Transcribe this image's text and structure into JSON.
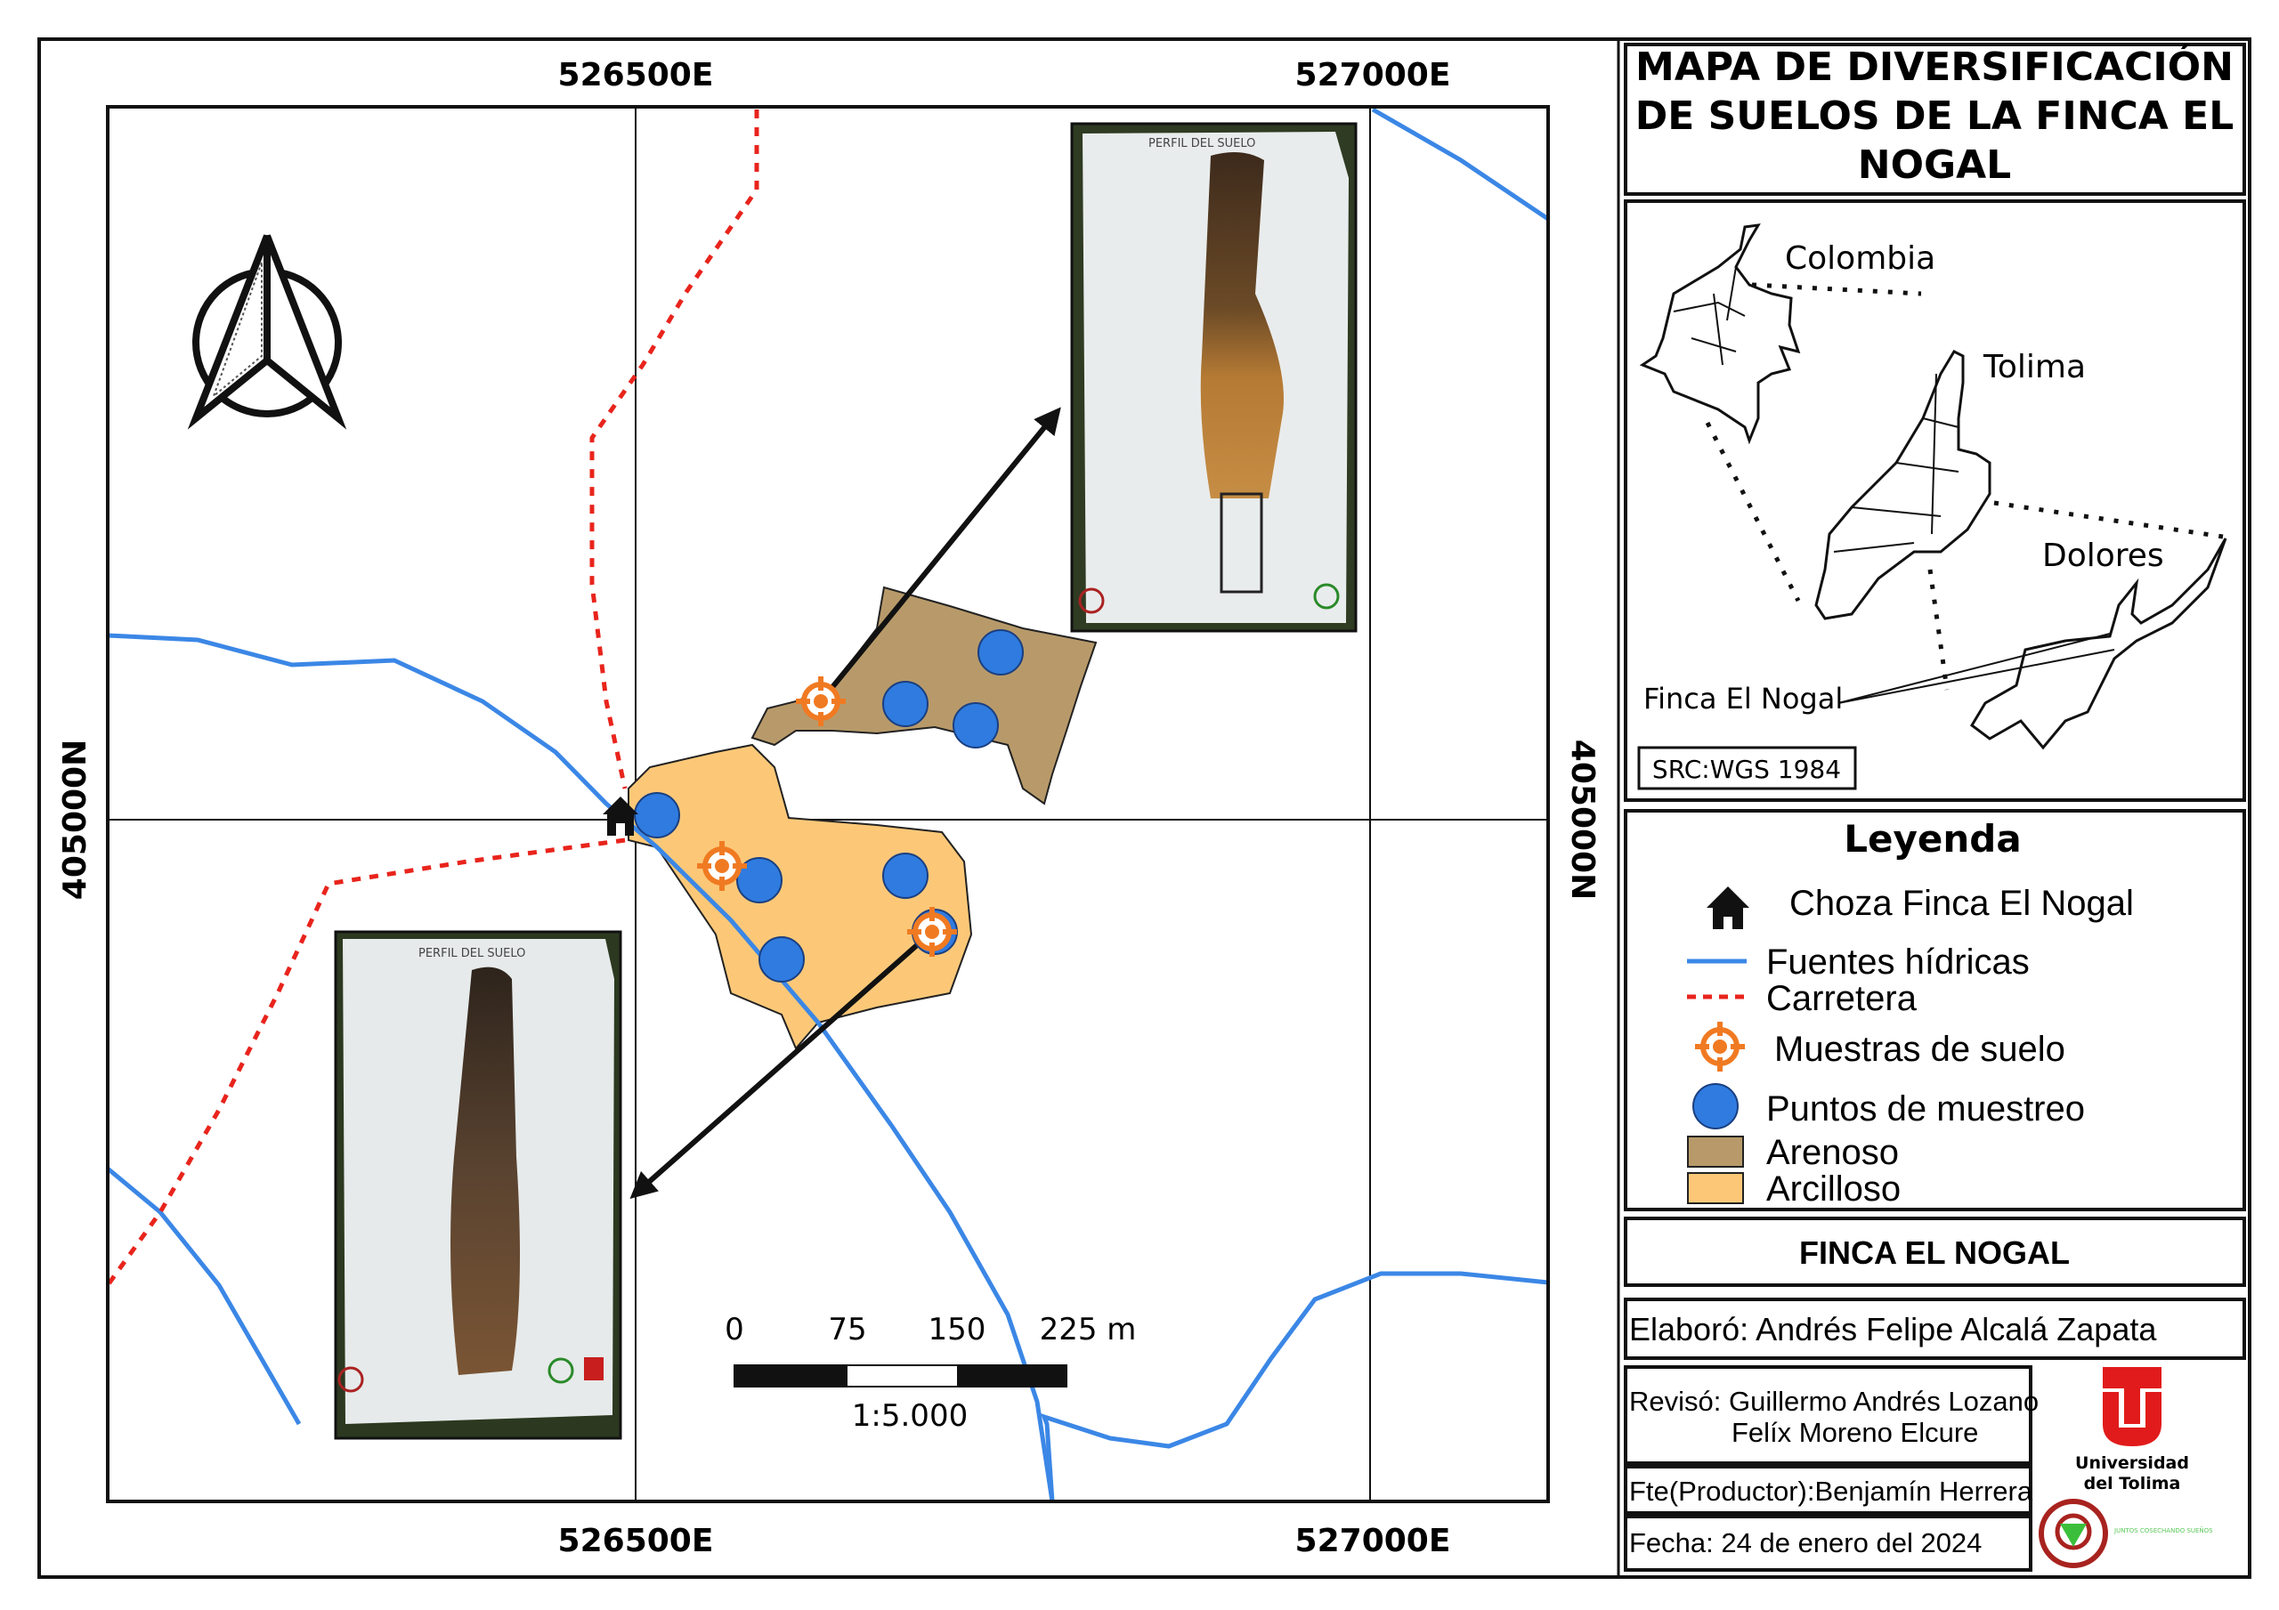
{
  "title": "MAPA DE DIVERSIFICACIÓN DE SUELOS DE LA FINCA EL NOGAL",
  "title_lines": [
    "MAPA DE DIVERSIFICACIÓN",
    "DE SUELOS DE LA FINCA EL",
    "NOGAL"
  ],
  "grid": {
    "easting_labels": [
      "526500E",
      "527000E"
    ],
    "northing_label": "405000N"
  },
  "scale_bar": {
    "ticks": [
      "0",
      "75",
      "150",
      "225 m"
    ],
    "ratio": "1:5.000"
  },
  "photos": {
    "top_caption": "PERFIL DEL SUELO",
    "bottom_caption": "PERFIL DEL SUELO"
  },
  "inset": {
    "labels": [
      "Colombia",
      "Tolima",
      "Dolores",
      "Finca El Nogal"
    ],
    "crs": "SRC:WGS 1984"
  },
  "legend": {
    "title": "Leyenda",
    "items": [
      {
        "label": "Choza Finca El Nogal",
        "icon": "house-icon"
      },
      {
        "label": "Fuentes hídricas",
        "icon": "river-line",
        "color": "#3b87e6"
      },
      {
        "label": "Carretera",
        "icon": "road-dashed-line",
        "color": "#e8241c"
      },
      {
        "label": "Muestras de suelo",
        "icon": "crosshair-target-icon",
        "color": "#f07a22"
      },
      {
        "label": "Puntos de muestreo",
        "icon": "blue-circle",
        "color": "#2f7be0"
      },
      {
        "label": "Arenoso",
        "icon": "swatch",
        "color": "#b89a6a"
      },
      {
        "label": "Arcilloso",
        "icon": "swatch",
        "color": "#fcc878"
      }
    ]
  },
  "farm_name": "FINCA EL NOGAL",
  "credits": {
    "elaboro": "Elaboró: Andrés Felipe Alcalá Zapata",
    "reviso_1": "Revisó: Guillermo Andrés Lozano",
    "reviso_2": "Felíx Moreno Elcure",
    "fuente": "Fte(Productor):Benjamín Herrera",
    "fecha": "Fecha: 24 de enero del 2024"
  },
  "logos": {
    "university": "Universidad del Tolima",
    "university_line1": "Universidad",
    "university_line2": "del Tolima",
    "association_slogan": "JUNTOS COSECHANDO SUEÑOS"
  },
  "colors": {
    "river": "#3b87e6",
    "road": "#e8241c",
    "arenoso": "#b89a6a",
    "arcilloso": "#fcc878",
    "point": "#2f7be0",
    "sample": "#f07a22",
    "logo_red": "#e11b1b"
  }
}
